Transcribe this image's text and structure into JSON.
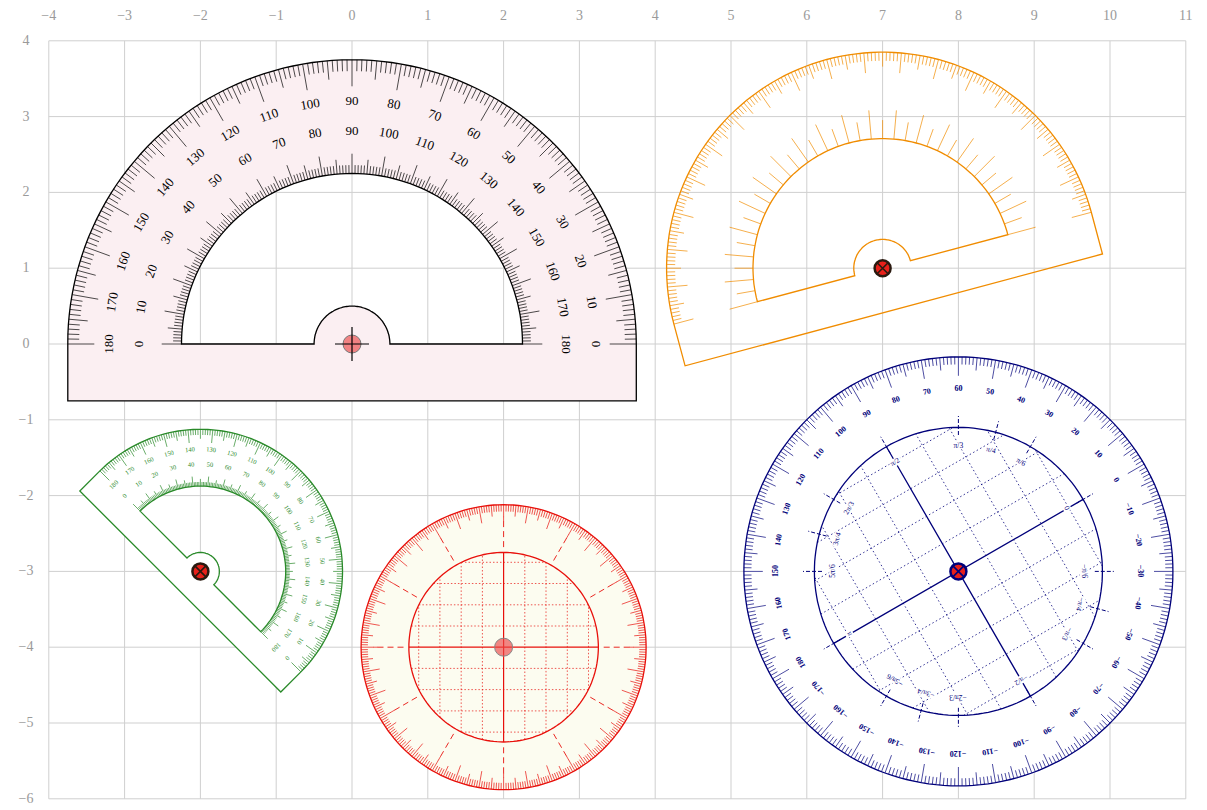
{
  "diagram": {
    "labels": [
      "−4",
      "−3",
      "−2",
      "−1",
      "0",
      "1",
      "2",
      "3",
      "4",
      "5",
      "6",
      "7",
      "8",
      "9",
      "10",
      "11",
      "4",
      "3",
      "2",
      "1",
      "0",
      "−1",
      "−2",
      "−3",
      "−4",
      "−5",
      "−6",
      "0",
      "10",
      "20",
      "30",
      "40",
      "50",
      "60",
      "70",
      "80",
      "90",
      "100",
      "110",
      "120",
      "130",
      "140",
      "150",
      "160",
      "170",
      "180",
      "0",
      "10",
      "20",
      "30",
      "40",
      "50",
      "60",
      "70",
      "80",
      "90",
      "100",
      "110",
      "120",
      "130",
      "140",
      "150",
      "160",
      "170",
      "180",
      "0",
      "10",
      "20",
      "30",
      "40",
      "50",
      "60",
      "70",
      "80",
      "90",
      "100",
      "110",
      "120",
      "130",
      "140",
      "150",
      "160",
      "170",
      "180",
      "0",
      "10",
      "20",
      "30",
      "40",
      "50",
      "60",
      "70",
      "80",
      "90",
      "100",
      "110",
      "120",
      "130",
      "140",
      "150",
      "160",
      "170",
      "180",
      "0",
      "10",
      "20",
      "30",
      "40",
      "50",
      "60",
      "70",
      "80",
      "90",
      "100",
      "110",
      "120",
      "130",
      "140",
      "150",
      "160",
      "170",
      "180",
      "−10",
      "−20",
      "−30",
      "−40",
      "−50",
      "−60",
      "−70",
      "−80",
      "−90",
      "−100",
      "−110",
      "−120",
      "−130",
      "−140",
      "−150",
      "−160",
      "−170",
      "0",
      "π/6",
      "π/4",
      "π/3",
      "π/2",
      "2π/3",
      "3π/4",
      "5π/6",
      "π",
      "−π/6",
      "−π/4",
      "−π/3",
      "−π/2",
      "−2π/3",
      "−3π/4",
      "−5π/6"
    ]
  }
}
